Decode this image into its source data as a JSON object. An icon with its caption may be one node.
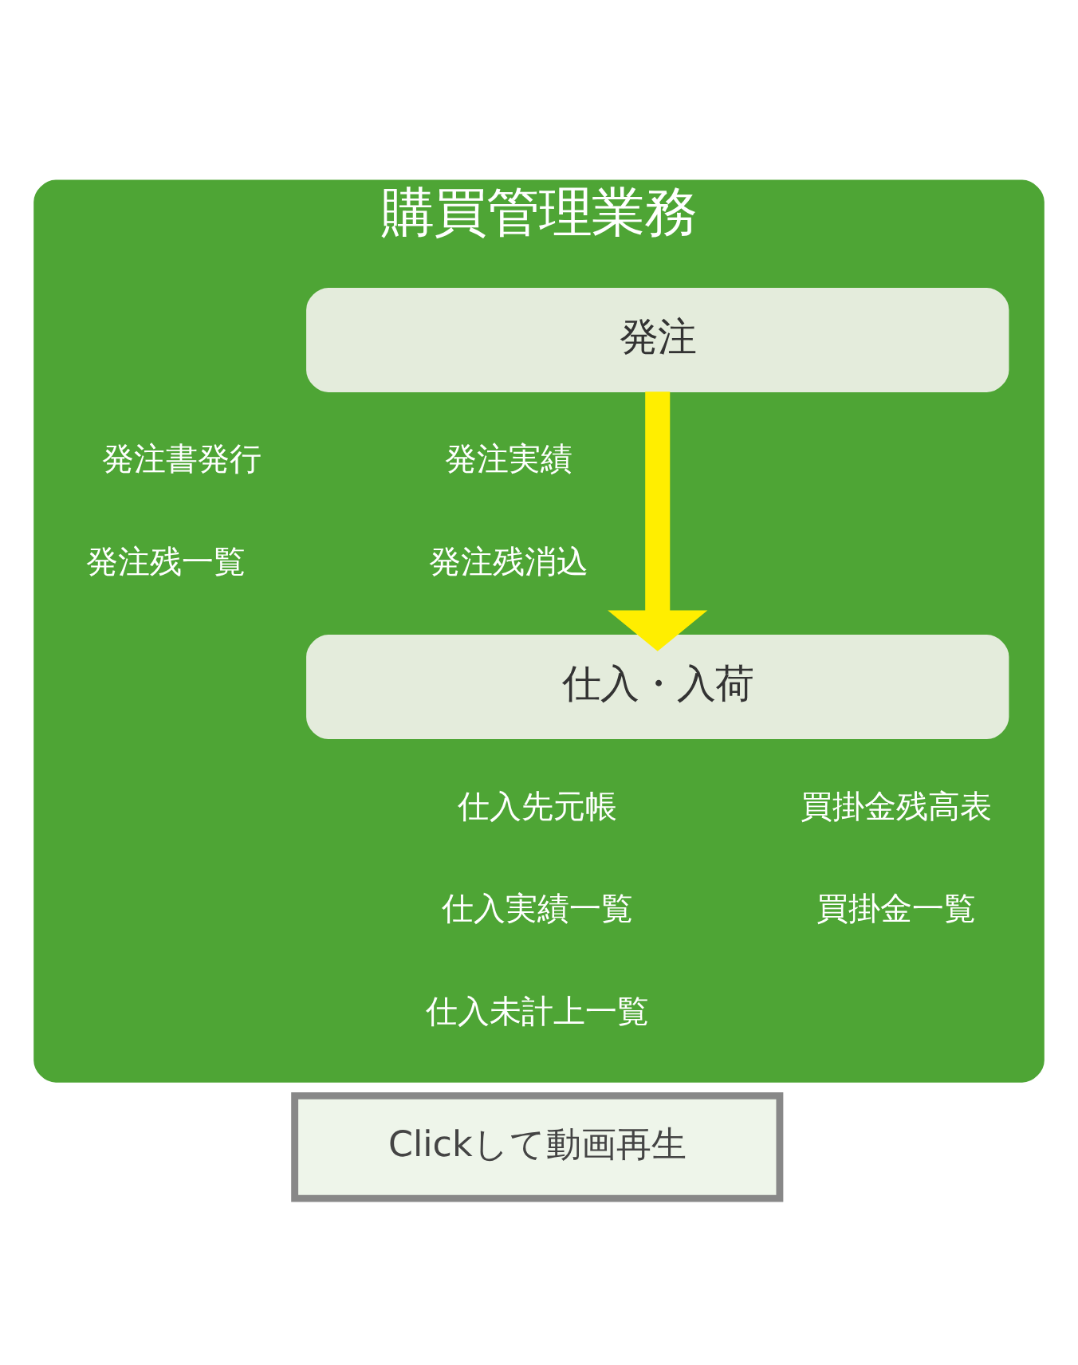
{
  "diagram": {
    "nodes": [
      {
        "text": [
          "購買管理業務"
        ]
      },
      {
        "text": [
          "発注"
        ],
        "in": 0
      },
      {
        "text": [
          "仕入・入荷"
        ],
        "in": 0
      },
      {
        "text": [
          "Clickして動画再生"
        ]
      }
    ],
    "edges": [
      {
        "from": 1,
        "to": 2,
        "arrow": "to"
      }
    ],
    "labels": [
      "発注書発行",
      "発注実績",
      "発注残一覧",
      "発注残消込",
      "仕入先元帳",
      "買掛金残高表",
      "仕入実績一覧",
      "買掛金一覧",
      "仕入未計上一覧"
    ]
  }
}
